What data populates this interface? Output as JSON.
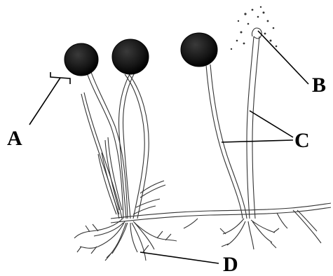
{
  "labels": {
    "a": "A",
    "b": "B",
    "c": "C",
    "d": "D"
  },
  "colors": {
    "ink": "#222222",
    "sporangium": "#141414",
    "background": "#ffffff"
  }
}
